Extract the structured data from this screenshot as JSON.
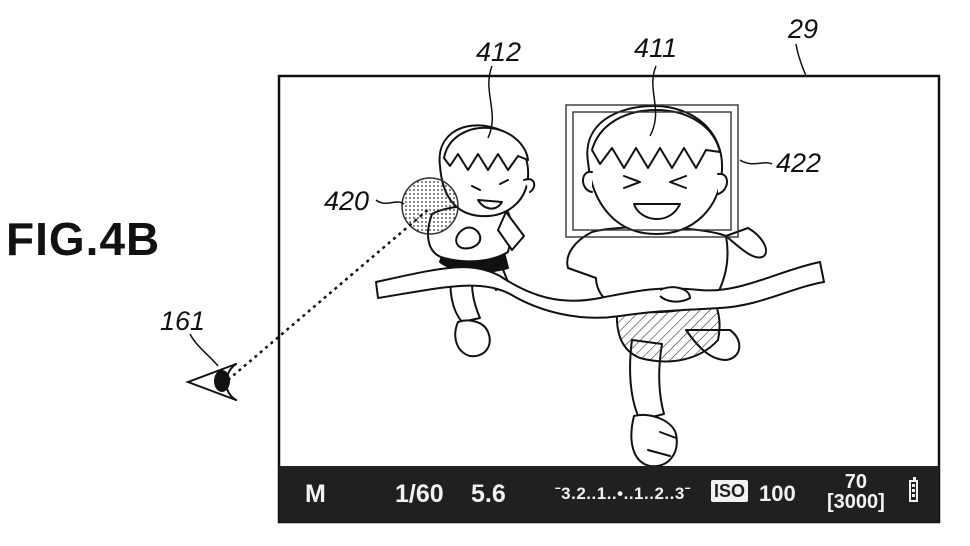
{
  "figure": {
    "title": "FIG.4B",
    "refs": {
      "display": "29",
      "person_main": "411",
      "person_side": "412",
      "gaze_point": "420",
      "af_frame": "422",
      "eye": "161"
    }
  },
  "status_bar": {
    "mode": "M",
    "shutter": "1/60",
    "aperture": "5.6",
    "exposure_scale": "ˉ3.2..1..•..1..2..3ˉ",
    "iso_label": "ISO",
    "iso_value": "100",
    "shots_top": "70",
    "shots_bottom": "[3000]",
    "battery_icon": "battery-icon"
  }
}
